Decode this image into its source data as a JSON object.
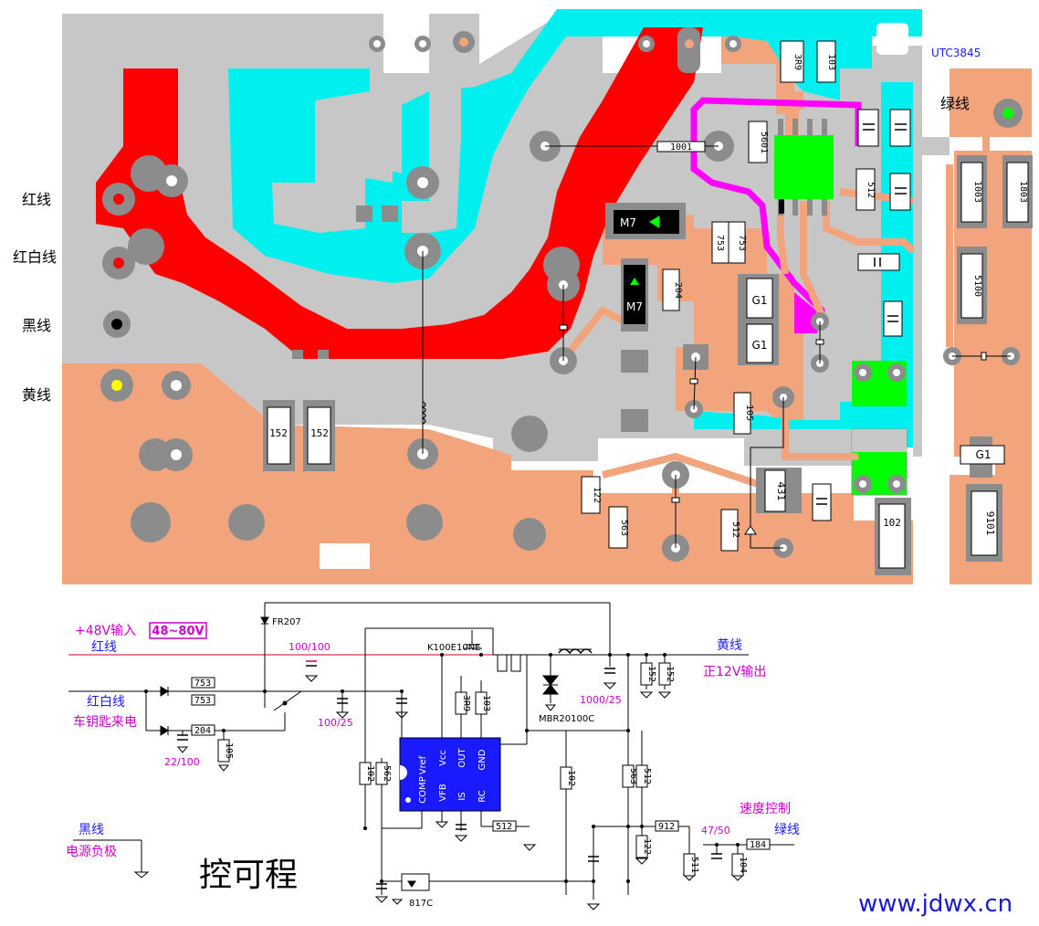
{
  "colors": {
    "board_gray": "#c7c7c7",
    "copper": "#f2a57c",
    "cyan": "#00f0f0",
    "red": "#ff0000",
    "green": "#00ff00",
    "magenta": "#ff00ff",
    "pad": "#8c8c8c",
    "label_blue": "#1a1aff",
    "label_magenta": "#cc00cc",
    "watermark": "#1a1acc"
  },
  "board": {
    "chip_label": "UTC3845",
    "wire_labels": {
      "red": "红线",
      "red_white": "红白线",
      "black": "黑线",
      "yellow": "黄线",
      "green": "绿线"
    },
    "components": {
      "r_1001": "1001",
      "r_3r9": "3R9",
      "r_103": "103",
      "r_5601": "5601",
      "r_512a": "512",
      "r_1003": "1003",
      "r_1803": "1803",
      "r_5100": "5100",
      "r_753a": "753",
      "r_753b": "753",
      "r_204": "204",
      "d_m7a": "M7",
      "d_m7b": "M7",
      "q_g1a": "G1",
      "q_g1b": "G1",
      "q_g1c": "G1",
      "r_105": "105",
      "r_152a": "152",
      "r_152b": "152",
      "r_122": "122",
      "r_563": "563",
      "r_512b": "512",
      "u_431": "431",
      "r_102": "102",
      "r_9101": "9101"
    }
  },
  "schematic": {
    "input_label": "+48V输入",
    "input_range": "48~80V",
    "red_wire": "红线",
    "diode_fr207": "FR207",
    "cap_100_100": "100/100",
    "mosfet": "K100E10NE",
    "yellow_wire": "黄线",
    "output_label": "正12V输出",
    "red_white_wire": "红白线",
    "key_power": "车钥匙来电",
    "r753a": "753",
    "r753b": "753",
    "r204": "204",
    "cap_22_100": "22/100",
    "r105": "105",
    "cap_100_25": "100/25",
    "r3r9": "3R9",
    "r103": "103",
    "schottky": "MBR20100C",
    "cap_1000_25": "1000/25",
    "r152a": "152",
    "r152b": "152",
    "ic_pins_top": [
      "Vref",
      "Vcc",
      "OUT",
      "GND"
    ],
    "ic_pins_bottom": [
      "COMP",
      "VFB",
      "IS",
      "RC"
    ],
    "r102a": "102",
    "r562": "562",
    "r512": "512",
    "r102b": "102",
    "r563": "563",
    "r512b": "512",
    "speed_ctrl": "速度控制",
    "green_wire": "绿线",
    "r912": "912",
    "cap_47_50": "47/50",
    "r122": "122",
    "r511": "511",
    "r104": "104",
    "r184": "184",
    "black_wire": "黑线",
    "neg_label": "电源负极",
    "optocoupler": "817C",
    "title": "控可程",
    "watermark": "www.jdwx.cn"
  }
}
